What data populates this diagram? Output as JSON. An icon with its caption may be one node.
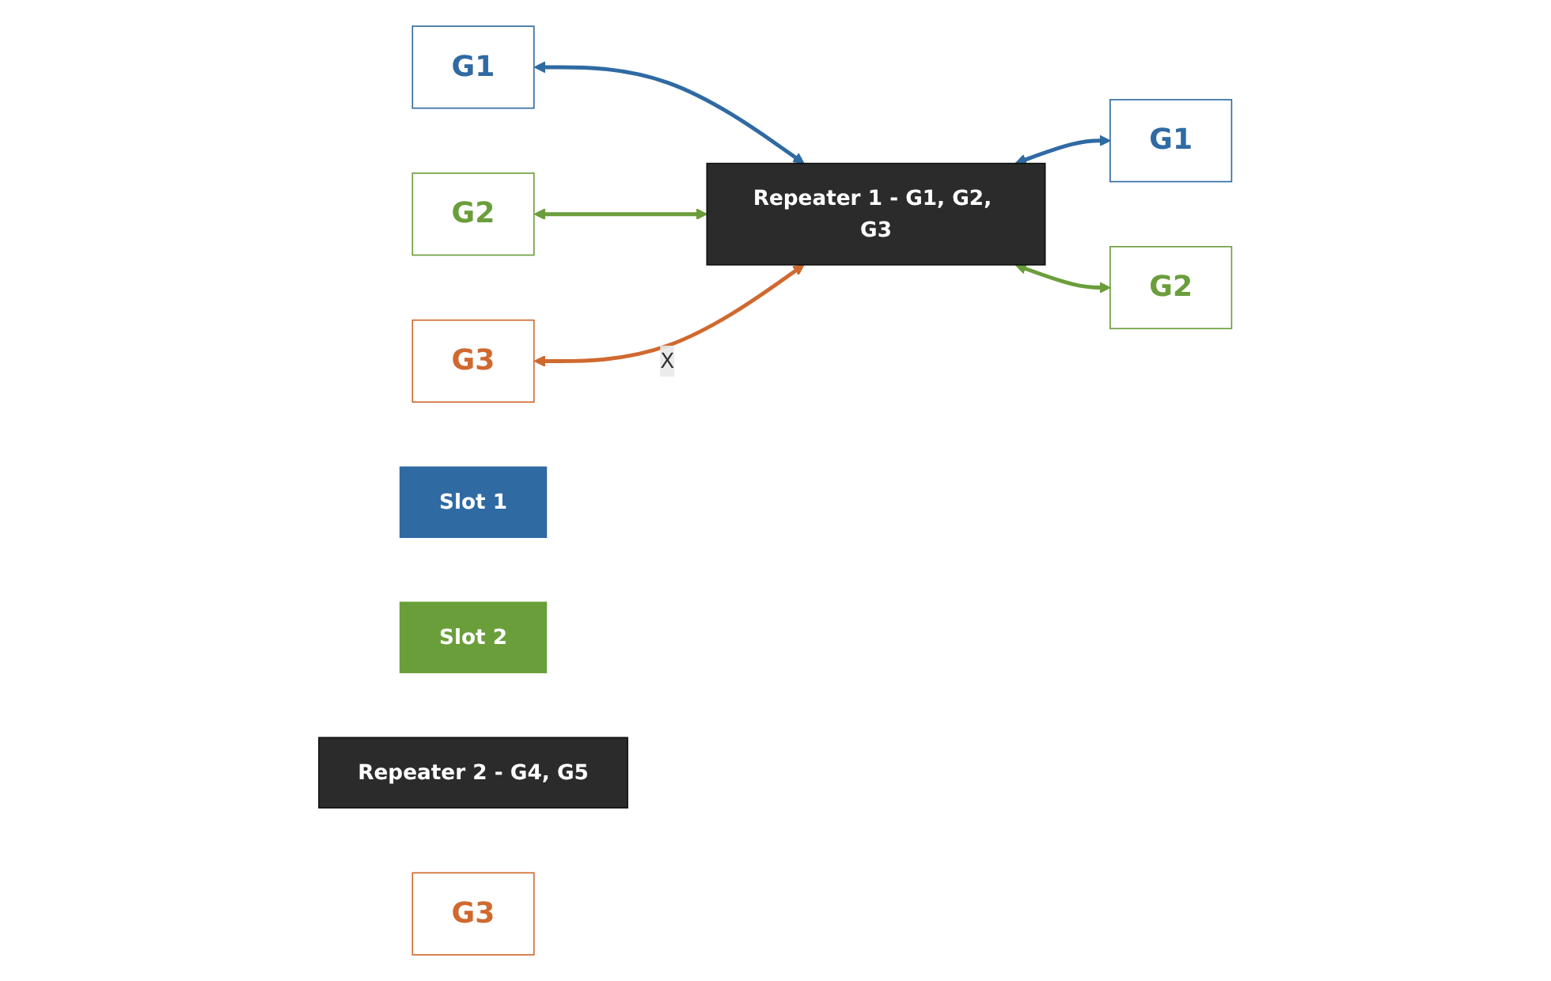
{
  "diagram": {
    "nodes": [
      {
        "text": [
          "G1"
        ]
      },
      {
        "text": [
          "G2"
        ]
      },
      {
        "text": [
          "G3"
        ]
      },
      {
        "text": [
          "Repeater 1 - G1, G2, G3"
        ]
      },
      {
        "text": [
          "Slot 1"
        ]
      },
      {
        "text": [
          "Slot 2"
        ]
      },
      {
        "text": [
          "Repeater 2 - G4, G5"
        ]
      },
      {
        "text": [
          "G1"
        ]
      },
      {
        "text": [
          "G2"
        ]
      },
      {
        "text": [
          "G3"
        ]
      }
    ],
    "edges": [
      {
        "from": 0,
        "to": 3,
        "arrow": "both",
        "color": "#2f6aa3"
      },
      {
        "from": 1,
        "to": 3,
        "arrow": "both",
        "color": "#6a9e3b"
      },
      {
        "from": 2,
        "to": 3,
        "arrow": "both",
        "label": "X",
        "color": "#d0692f"
      },
      {
        "from": 3,
        "to": 7,
        "arrow": "both",
        "color": "#2f6aa3"
      },
      {
        "from": 3,
        "to": 8,
        "arrow": "both",
        "color": "#6a9e3b"
      }
    ]
  }
}
